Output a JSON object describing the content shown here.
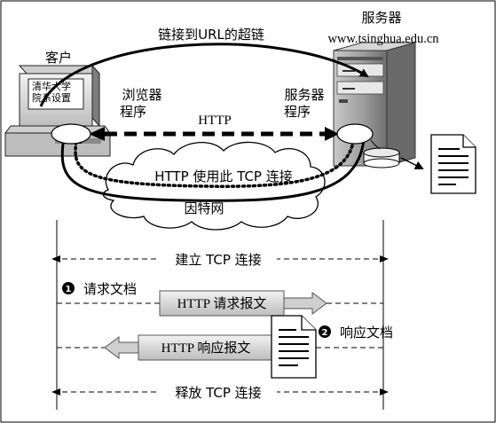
{
  "top": {
    "link_label": "链接到URL的超链",
    "server_title": "服务器",
    "server_domain": "www.tsinghua.edu.cn",
    "client_title": "客户"
  },
  "monitor": {
    "line1": "清华大学",
    "line2": "院系设置"
  },
  "programs": {
    "browser_line1": "浏览器",
    "browser_line2": "程序",
    "server_line1": "服务器",
    "server_line2": "程序"
  },
  "http_label": "HTTP",
  "cloud": {
    "line1": "HTTP 使用此 TCP 连接",
    "line2": "因特网"
  },
  "sequence": {
    "establish": "建立 TCP 连接",
    "step1_num": "1",
    "step1": "请求文档",
    "request_box": "HTTP 请求报文",
    "step2_num": "2",
    "step2": "响应文档",
    "response_box": "HTTP 响应报文",
    "release": "释放 TCP 连接"
  }
}
